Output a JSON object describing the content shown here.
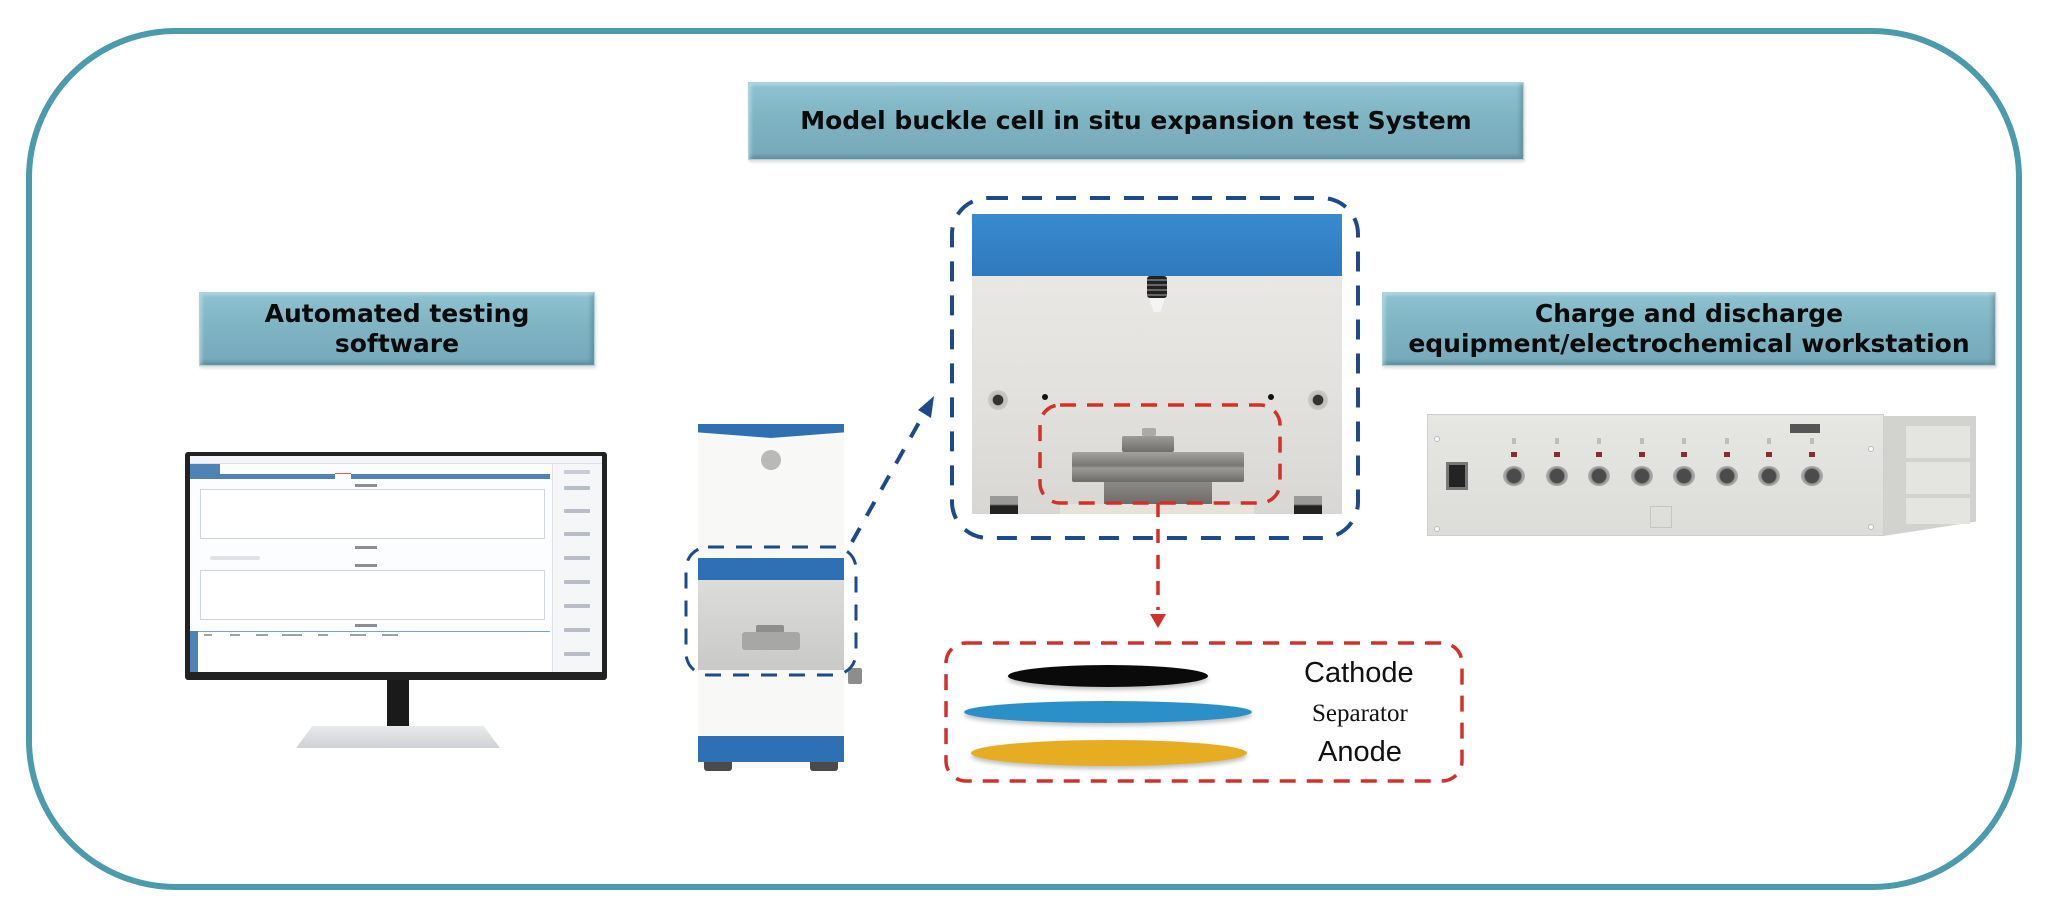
{
  "diagram": {
    "title": "Model buckle cell in situ expansion test System",
    "components": {
      "software": {
        "label": "Automated testing software",
        "depiction": "monitor-with-testing-software"
      },
      "device": {
        "depiction": "in-situ-expansion-test-device",
        "zoom_callout": "chamber-detail"
      },
      "equipment": {
        "label_line1": "Charge and discharge",
        "label_line2": "equipment/electrochemical workstation",
        "depiction": "multi-channel-charge-discharge-tester",
        "channel_count": 8
      },
      "cell_layers": [
        {
          "name": "Cathode",
          "color": "#0a0a0a"
        },
        {
          "name": "Separator",
          "color": "#2b8fc8"
        },
        {
          "name": "Anode",
          "color": "#e6ad22"
        }
      ]
    },
    "colors": {
      "frame": "#4a9bab",
      "label_box": "#7fb4c3",
      "device_blue": "#2f79bd",
      "callout_blue": "#1f4a8a",
      "callout_red": "#d2302a"
    },
    "connectors": [
      {
        "from": "device",
        "to": "chamber-detail",
        "style": "dashed-arrow",
        "color": "blue"
      },
      {
        "from": "chamber-detail",
        "to": "cell-layers",
        "style": "dashed-arrow",
        "color": "red"
      }
    ]
  }
}
